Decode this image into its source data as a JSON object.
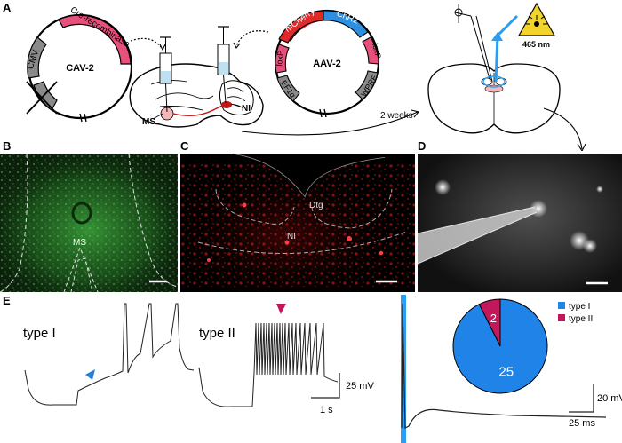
{
  "panels": {
    "a": "A",
    "b": "B",
    "c": "C",
    "d": "D",
    "e": "E"
  },
  "panel_a": {
    "plasmid1": {
      "name": "CAV-2",
      "promoter": "CMV",
      "gene": "Cre-recombinase"
    },
    "plasmid2": {
      "name": "AAV-2",
      "seg_mcherry": "mCherry",
      "seg_chr2": "ChR2",
      "seg_loxp_left": "loxP",
      "seg_loxp_right": "loxP",
      "seg_ef1a": "EF1α",
      "seg_wpre": "WPRE"
    },
    "brain_ms": "MS",
    "brain_ni": "NI",
    "time_label": "2 weeks",
    "laser_label": "465 nm"
  },
  "panel_b": {
    "region": "MS",
    "color": "#1e7a1e"
  },
  "panel_c": {
    "dtg": "Dtg",
    "ni": "NI",
    "color": "#c01818"
  },
  "panel_d": {
    "color": "#222222"
  },
  "panel_e": {
    "type1_label": "type I",
    "type2_label": "type II",
    "scale_voltage": "25 mV",
    "scale_time": "1 s",
    "scale_voltage2": "20 mV",
    "scale_time2": "25 ms",
    "arrow_color_type1": "#2a7fd4",
    "arrow_color_type2": "#c2185b",
    "pie_chart": {
      "type": "pie",
      "labels": [
        "type I",
        "type II"
      ],
      "values": [
        25,
        2
      ],
      "colors": [
        "#1f83e8",
        "#c2185b"
      ],
      "legend_position": "right"
    }
  },
  "colors": {
    "cre_segment": "#e8507c",
    "chr2_segment": "#2d8fe0",
    "mcherry_segment": "#e02a2a",
    "grey_segment": "#8a8a8a",
    "light_blue": "#2a9df4"
  }
}
